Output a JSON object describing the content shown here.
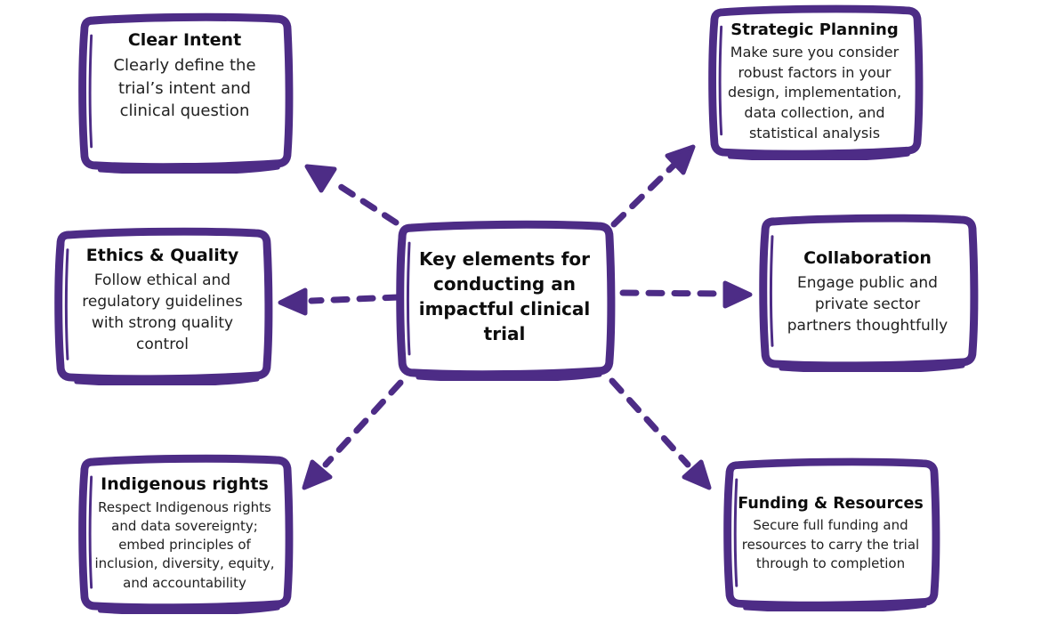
{
  "diagram": {
    "accent_color": "#4d2c86",
    "center": {
      "title": "Key elements for conducting an impactful clinical trial"
    },
    "nodes": [
      {
        "id": "clear-intent",
        "title": "Clear Intent",
        "body": "Clearly define the trial’s intent and clinical question"
      },
      {
        "id": "strategic-planning",
        "title": "Strategic Planning",
        "body": "Make sure you consider robust factors in your design, implementation, data collection, and statistical analysis"
      },
      {
        "id": "ethics-quality",
        "title": "Ethics & Quality",
        "body": "Follow ethical and regulatory guidelines with strong quality control"
      },
      {
        "id": "collaboration",
        "title": "Collaboration",
        "body": "Engage public and private sector partners thoughtfully"
      },
      {
        "id": "indigenous-rights",
        "title": "Indigenous rights",
        "body": "Respect Indigenous rights and data sovereignty; embed principles of inclusion, diversity, equity, and accountability"
      },
      {
        "id": "funding-resources",
        "title": "Funding & Resources",
        "body": "Secure full funding and resources to carry the trial through to completion"
      }
    ],
    "connections": [
      {
        "from": "center",
        "to": "clear-intent"
      },
      {
        "from": "center",
        "to": "strategic-planning"
      },
      {
        "from": "center",
        "to": "ethics-quality"
      },
      {
        "from": "center",
        "to": "collaboration"
      },
      {
        "from": "center",
        "to": "indigenous-rights"
      },
      {
        "from": "center",
        "to": "funding-resources"
      }
    ]
  }
}
